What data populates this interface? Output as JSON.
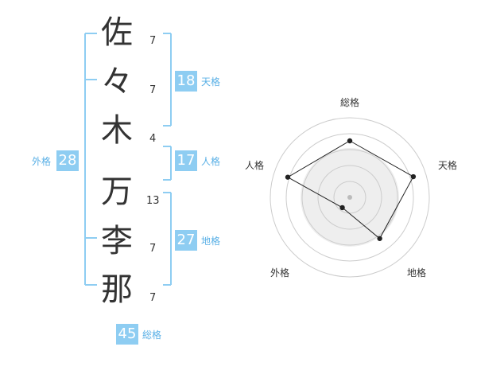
{
  "colors": {
    "accent": "#8ecdf2",
    "label": "#5ab0e6",
    "text": "#333333",
    "grid": "#cccccc",
    "fill": "#eeeeee",
    "dot": "#222222"
  },
  "name": {
    "characters": [
      {
        "char": "佐",
        "strokes": "7"
      },
      {
        "char": "々",
        "strokes": "7"
      },
      {
        "char": "木",
        "strokes": "4"
      },
      {
        "char": "万",
        "strokes": "13"
      },
      {
        "char": "李",
        "strokes": "7"
      },
      {
        "char": "那",
        "strokes": "7"
      }
    ]
  },
  "fortunes": {
    "tenkaku": {
      "value": "18",
      "label": "天格"
    },
    "jinkaku": {
      "value": "17",
      "label": "人格"
    },
    "chikaku": {
      "value": "27",
      "label": "地格"
    },
    "gaikaku": {
      "value": "28",
      "label": "外格"
    },
    "soukaku": {
      "value": "45",
      "label": "総格"
    }
  },
  "radar": {
    "labels": {
      "top": "総格",
      "right": "天格",
      "bottom_right": "地格",
      "bottom_left": "外格",
      "left": "人格"
    },
    "scores": {
      "soukaku": 0.71,
      "tenkaku": 0.84,
      "chikaku": 0.64,
      "gaikaku": 0.16,
      "jinkaku": 0.82
    }
  }
}
